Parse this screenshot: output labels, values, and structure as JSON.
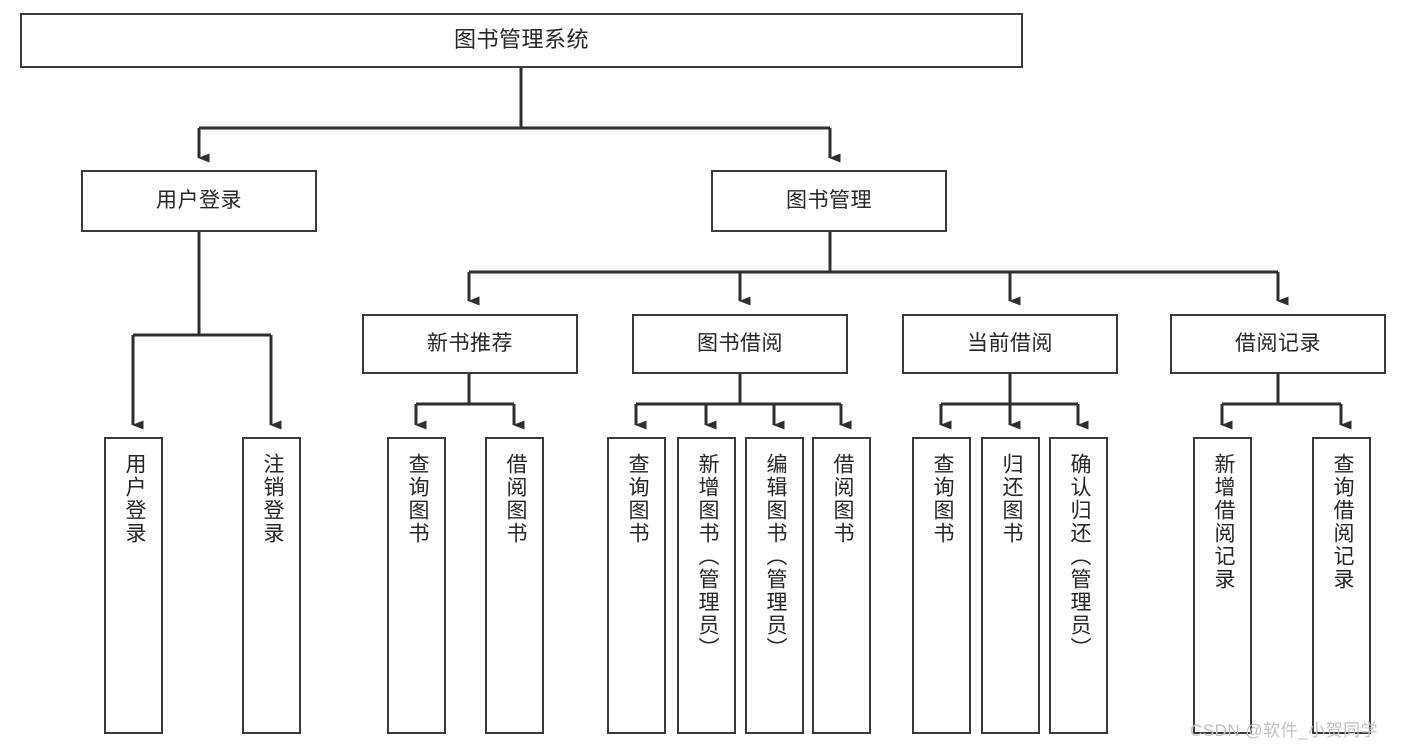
{
  "diagram": {
    "type": "tree-hierarchy-chart",
    "title": "图书管理系统",
    "background_color": "#ffffff",
    "box_border_color": "#3a3a3a",
    "connector_color": "#2f2f2f",
    "text_color": "#262626"
  },
  "nodes": {
    "root": {
      "label": "图书管理系统",
      "level": 0
    },
    "level1": [
      {
        "id": "user-login",
        "label": "用户登录"
      },
      {
        "id": "book-management",
        "label": "图书管理"
      }
    ],
    "level2": [
      {
        "id": "new-book-recommend",
        "label": "新书推荐",
        "parent": "book-management"
      },
      {
        "id": "book-borrow",
        "label": "图书借阅",
        "parent": "book-management"
      },
      {
        "id": "current-borrow",
        "label": "当前借阅",
        "parent": "book-management"
      },
      {
        "id": "borrow-record",
        "label": "借阅记录",
        "parent": "book-management"
      }
    ],
    "leaves": {
      "user-login": [
        {
          "id": "leaf-user-login",
          "label": "用户登录"
        },
        {
          "id": "leaf-user-logout",
          "label": "注销登录"
        }
      ],
      "new-book-recommend": [
        {
          "id": "leaf-query-book-1",
          "label": "查询图书"
        },
        {
          "id": "leaf-borrow-book-1",
          "label": "借阅图书"
        }
      ],
      "book-borrow": [
        {
          "id": "leaf-query-book-2",
          "label": "查询图书"
        },
        {
          "id": "leaf-add-book",
          "label": "新增图书（管理员）"
        },
        {
          "id": "leaf-edit-book",
          "label": "编辑图书（管理员）"
        },
        {
          "id": "leaf-borrow-book-2",
          "label": "借阅图书"
        }
      ],
      "current-borrow": [
        {
          "id": "leaf-query-book-3",
          "label": "查询图书"
        },
        {
          "id": "leaf-return-book",
          "label": "归还图书"
        },
        {
          "id": "leaf-confirm-return",
          "label": "确认归还（管理员）"
        }
      ],
      "borrow-record": [
        {
          "id": "leaf-add-record",
          "label": "新增借阅记录"
        },
        {
          "id": "leaf-query-record",
          "label": "查询借阅记录"
        }
      ]
    }
  },
  "watermark": {
    "text": "CSDN @软件_小贺同学",
    "color": "#c2c2c2"
  }
}
